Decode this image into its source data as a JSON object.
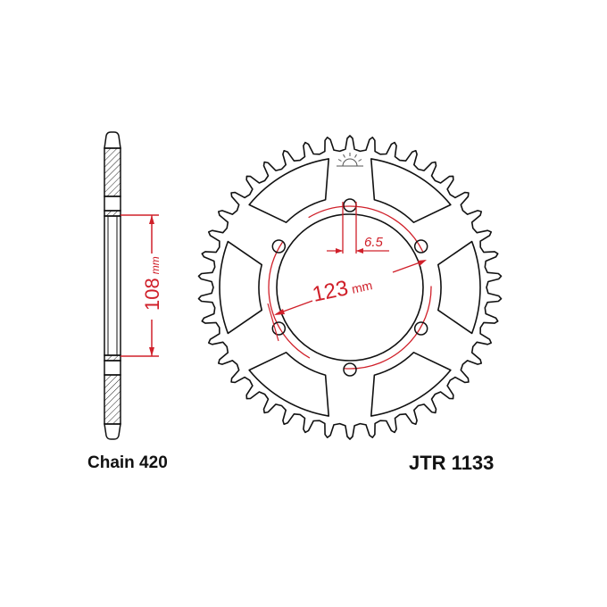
{
  "side_view": {
    "dimension_value": "108",
    "dimension_unit": "mm"
  },
  "sprocket": {
    "teeth": 42,
    "bolt_holes": 6,
    "pcd_value": "123",
    "pcd_unit": "mm",
    "hole_value": "6.5"
  },
  "labels": {
    "chain": "Chain 420",
    "part_number": "JTR 1133"
  },
  "colors": {
    "line": "#111111",
    "dimension": "#d0202a"
  }
}
